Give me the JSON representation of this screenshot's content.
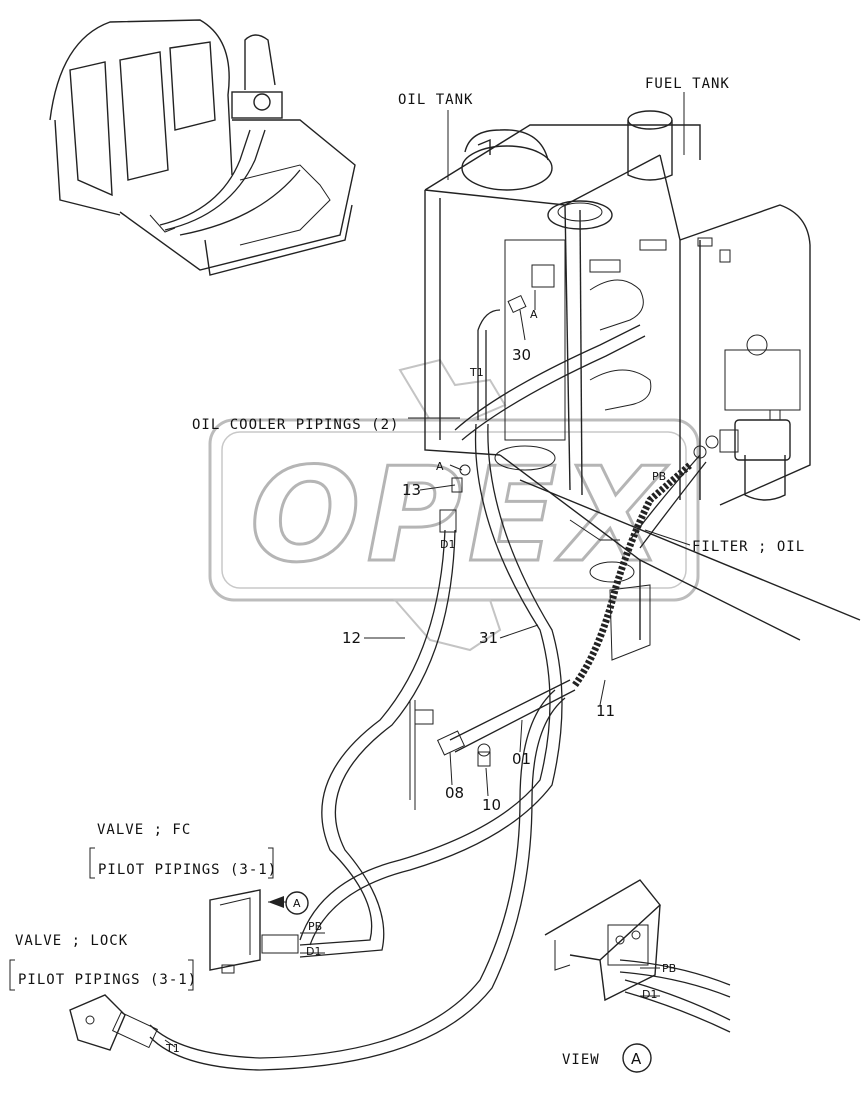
{
  "labels": {
    "oil_tank": "OIL TANK",
    "fuel_tank": "FUEL TANK",
    "oil_cooler_pipings": "OIL COOLER PIPINGS (2)",
    "filter_oil": "FILTER ; OIL",
    "valve_fc": "VALVE ; FC",
    "pilot_pipings_fc": "PILOT PIPINGS (3-1)",
    "valve_lock": "VALVE ; LOCK",
    "pilot_pipings_lock": "PILOT PIPINGS (3-1)",
    "view": "VIEW",
    "view_circle": "A",
    "ref_circle": "A"
  },
  "callouts": {
    "p30": "30",
    "p13": "13",
    "p12": "12",
    "p31": "31",
    "p11": "11",
    "p01": "01",
    "p08": "08",
    "p10": "10"
  },
  "ports": {
    "t1_top": "T1",
    "a_top": "A",
    "a_mid": "A",
    "d1_mid": "D1",
    "pb_filter": "PB",
    "pb_fc": "PB",
    "d1_fc": "D1",
    "t1_lock": "T1",
    "pb_view": "PB",
    "d1_view": "D1"
  },
  "watermark": {
    "text": "OPEX",
    "color": "#b5b5b5"
  }
}
